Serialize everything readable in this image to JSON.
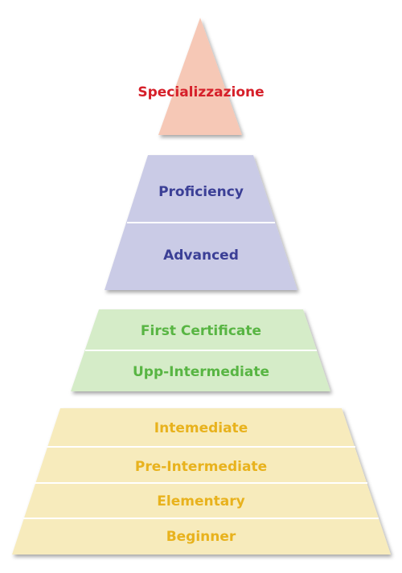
{
  "colors": {
    "top_fill": "#f6c8b6",
    "top_text": "#d6202a",
    "purple_fill": "#cacbe6",
    "purple_text": "#3b3f96",
    "green_fill": "#d5ecc8",
    "green_text": "#58b543",
    "yellow_fill": "#f7ebbc",
    "yellow_text": "#e8b21d"
  },
  "pyramid": {
    "tiers": [
      {
        "name": "top",
        "levels": [
          {
            "label": "Specializzazione"
          }
        ]
      },
      {
        "name": "purple",
        "levels": [
          {
            "label": "Proficiency"
          },
          {
            "label": "Advanced"
          }
        ]
      },
      {
        "name": "green",
        "levels": [
          {
            "label": "First Certificate"
          },
          {
            "label": "Upp-Intermediate"
          }
        ]
      },
      {
        "name": "yellow",
        "levels": [
          {
            "label": "Intemediate"
          },
          {
            "label": "Pre-Intermediate"
          },
          {
            "label": "Elementary"
          },
          {
            "label": "Beginner"
          }
        ]
      }
    ]
  }
}
